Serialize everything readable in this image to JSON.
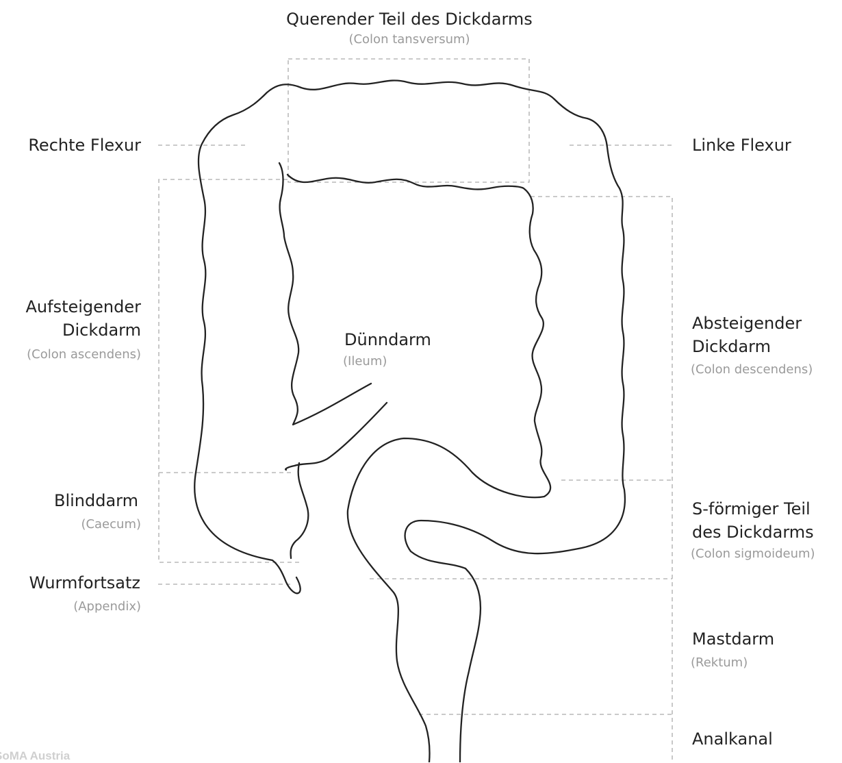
{
  "labels": {
    "transverse": {
      "name": "Querender Teil des Dickdarms",
      "latin": "(Colon tansversum)"
    },
    "right_flexure": {
      "name": "Rechte Flexur"
    },
    "left_flexure": {
      "name": "Linke Flexur"
    },
    "ascending": {
      "name_line1": "Aufsteigender",
      "name_line2": "Dickdarm",
      "latin": "(Colon ascendens)"
    },
    "descending": {
      "name_line1": "Absteigender",
      "name_line2": "Dickdarm",
      "latin": "(Colon descendens)"
    },
    "small_intestine": {
      "name": "Dünndarm",
      "latin": "(Ileum)"
    },
    "caecum": {
      "name": "Blinddarm",
      "latin": "(Caecum)"
    },
    "appendix": {
      "name": "Wurmfortsatz",
      "latin": "(Appendix)"
    },
    "sigmoid": {
      "name_line1": "S-förmiger Teil",
      "name_line2": "des Dickdarms",
      "latin": "(Colon sigmoideum)"
    },
    "rectum": {
      "name": "Mastdarm",
      "latin": "(Rektum)"
    },
    "anal_canal": {
      "name": "Analkanal"
    }
  },
  "watermark": "SoMA Austria",
  "colors": {
    "outline": "#222222",
    "guide": "#aaaaaa",
    "latin_text": "#9a9a9a"
  }
}
